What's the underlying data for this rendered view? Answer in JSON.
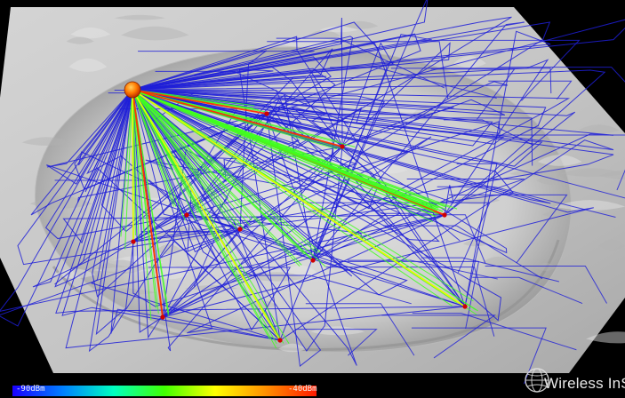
{
  "visualization": {
    "colorbar": {
      "min_label": "-90dBm",
      "max_label": "-40dBm",
      "colors": [
        "#1a00ff",
        "#0080ff",
        "#00ffc0",
        "#40ff00",
        "#ffff00",
        "#ff9000",
        "#ff1a00"
      ]
    },
    "watermark": {
      "text": "Wireless InSite"
    },
    "colors": {
      "background": "#000000",
      "terrain": "#c9c9c9",
      "ray_blue": "#1f1fd8",
      "ray_green": "#40ff20",
      "ray_yellow": "#e6ff00",
      "ray_red": "#ff3000",
      "transmitter": "#ff6a00",
      "receiver": "#d00000"
    }
  }
}
